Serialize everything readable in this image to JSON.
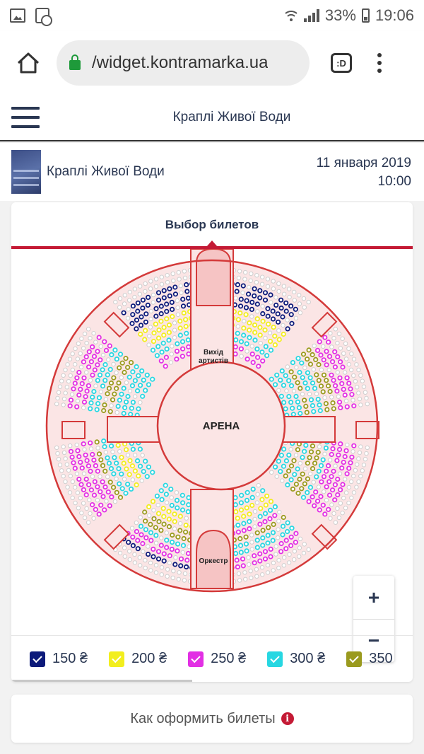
{
  "status_bar": {
    "battery": "33%",
    "time": "19:06",
    "icons": [
      "image-icon",
      "document-icon",
      "wifi-icon",
      "signal-icon",
      "battery-icon"
    ]
  },
  "browser": {
    "url": "/widget.kontramarka.ua",
    "tabs_label": ":D",
    "icons": [
      "home-icon",
      "lock-icon",
      "more-vert-icon"
    ]
  },
  "site": {
    "title": "Краплі Живої Води"
  },
  "event": {
    "name": "Краплі Живої Води",
    "date": "11 января 2019",
    "time": "10:00"
  },
  "card": {
    "tab_label": "Выбор билетов"
  },
  "map": {
    "arena_label": "АРЕНА",
    "artists_exit_label": "Вихід артистів",
    "artists_exit_line1": "Вихід",
    "artists_exit_line2": "артистів",
    "orchestra_label": "Оркестр",
    "zoom_in": "+",
    "zoom_out": "−",
    "colors": {
      "frame": "#d43a3a",
      "floor": "#fbe5e5",
      "passage": "#f6c4c4",
      "available_seat": "#ffffff",
      "free_seat_fill": "#ededed"
    }
  },
  "legend": [
    {
      "label": "150 ₴",
      "color": "#0c1a7a"
    },
    {
      "label": "200 ₴",
      "color": "#f2ee1e"
    },
    {
      "label": "250 ₴",
      "color": "#e22fe4"
    },
    {
      "label": "300 ₴",
      "color": "#27d7e2"
    },
    {
      "label": "350",
      "color": "#9a9a1e"
    }
  ],
  "howto": {
    "label": "Как оформить билеты"
  }
}
